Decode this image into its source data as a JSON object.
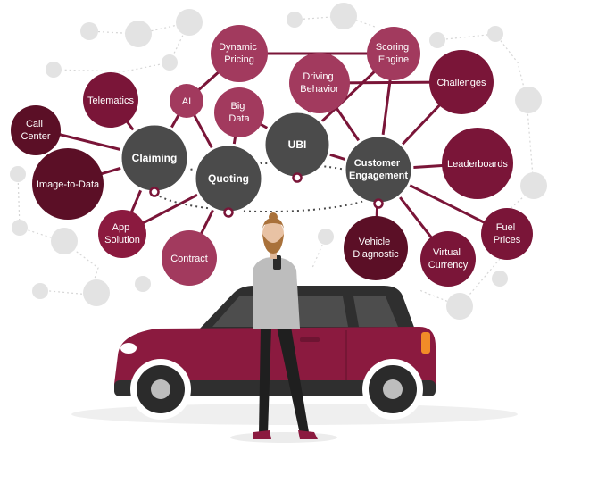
{
  "colors": {
    "dark": "#5b0f26",
    "mid": "#7a1538",
    "light": "#a23a5e",
    "gray": "#4b4b4b",
    "bubble": "#e3e3e3",
    "hub_ring": "#ffffff",
    "car_body": "#8b1a3f",
    "car_dark": "#3a3a3a"
  },
  "hubs": {
    "claiming": "Claiming",
    "quoting": "Quoting",
    "ubi": "UBI",
    "customer_engagement": [
      "Customer",
      "Engagement"
    ]
  },
  "nodes": {
    "call_center": [
      "Call",
      "Center"
    ],
    "telematics": "Telematics",
    "image_to_data": "Image-to-Data",
    "app_solution": [
      "App",
      "Solution"
    ],
    "contract": "Contract",
    "ai": "AI",
    "dynamic_pricing": [
      "Dynamic",
      "Pricing"
    ],
    "big_data": [
      "Big",
      "Data"
    ],
    "driving_behavior": [
      "Driving",
      "Behavior"
    ],
    "scoring_engine": [
      "Scoring",
      "Engine"
    ],
    "challenges": "Challenges",
    "leaderboards": "Leaderboards",
    "fuel_prices": [
      "Fuel",
      "Prices"
    ],
    "virtual_currency": [
      "Virtual",
      "Currency"
    ],
    "vehicle_diagnostic": [
      "Vehicle",
      "Diagnostic"
    ]
  },
  "icons": {
    "person": "person-with-phone-illustration",
    "car": "red-car-illustration"
  }
}
